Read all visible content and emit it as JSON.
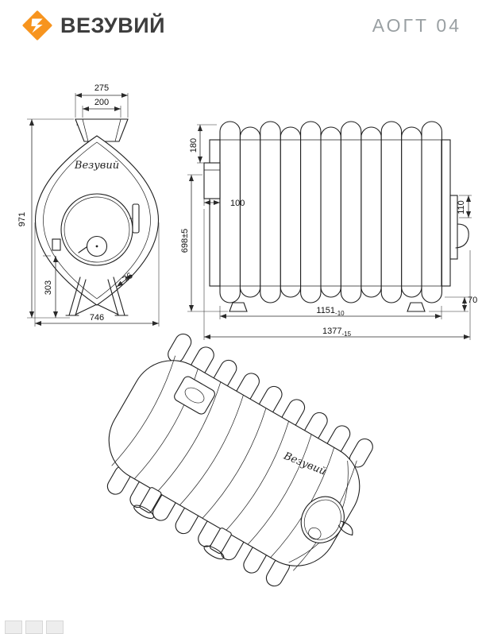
{
  "header": {
    "brand": "ВЕЗУВИЙ",
    "model": "АОГТ 04",
    "logo_icon": "vesuviy-diamond-icon"
  },
  "colors": {
    "accent_orange": "#F7941E",
    "line": "#1F1F1F",
    "model_gray": "#9AA0A3",
    "brand_gray": "#3D3D3D"
  },
  "front_view": {
    "label": "Везувий",
    "dim_top_outer": "275",
    "dim_top_inner": "200",
    "dim_height": "971",
    "dim_lower": "303",
    "dim_width": "746",
    "dim_leg": "76"
  },
  "side_view": {
    "dim_flue_drop": "180",
    "dim_flue_width": "100",
    "dim_height": "698±5",
    "dim_door": "110",
    "dim_leg_height": "70",
    "dim_tube_length": "1151",
    "dim_tube_length_tol": "-10",
    "dim_total_length": "1377",
    "dim_total_length_tol": "-15"
  },
  "iso_view": {
    "label": "Везувий"
  }
}
